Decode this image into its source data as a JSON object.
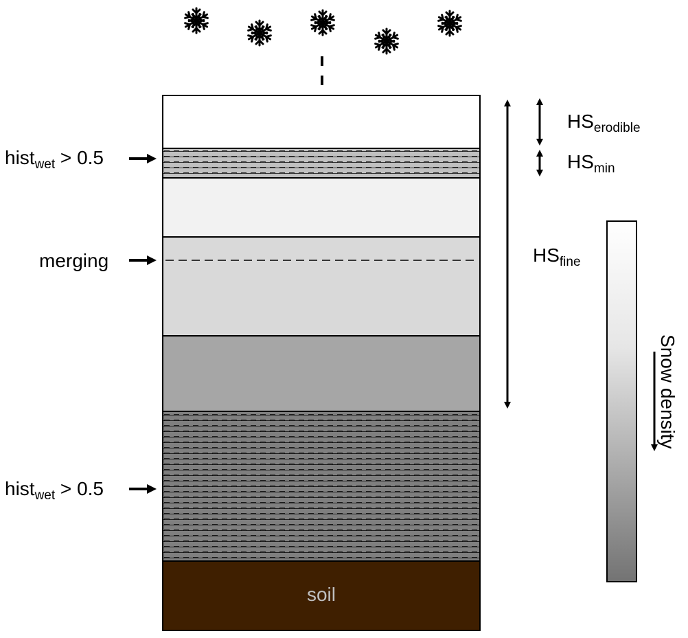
{
  "labels": {
    "hist_wet_top": {
      "base": "hist",
      "sub": "wet",
      "rest": " > 0.5"
    },
    "merging": "merging",
    "hist_wet_bottom": {
      "base": "hist",
      "sub": "wet",
      "rest": " > 0.5"
    },
    "hs_erodible": {
      "base": "HS",
      "sub": "erodible"
    },
    "hs_min": {
      "base": "HS",
      "sub": "min"
    },
    "hs_fine": {
      "base": "HS",
      "sub": "fine"
    },
    "soil": "soil",
    "snow_density": "Snow density"
  },
  "colors": {
    "layer_new": "#ffffff",
    "layer_wet_top": "#c0c0c0",
    "layer_2": "#f2f2f2",
    "layer_3": "#d9d9d9",
    "layer_4": "#a6a6a6",
    "layer_wet_bottom": "#7f7f7f",
    "soil": "#3f1f00",
    "density_light": "#ffffff",
    "density_dark": "#777777"
  }
}
